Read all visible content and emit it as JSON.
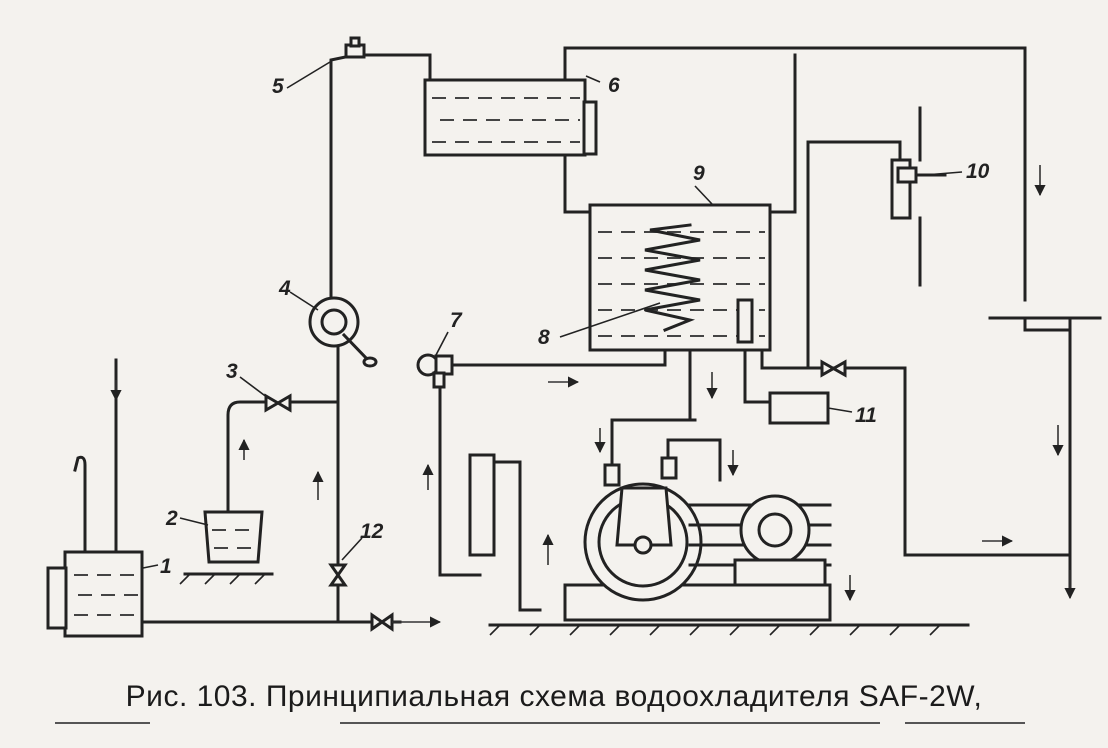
{
  "caption": "Рис. 103. Принципиальная схема водоохладителя SAF-2W,",
  "labels": {
    "n1": "1",
    "n2": "2",
    "n3": "3",
    "n4": "4",
    "n5": "5",
    "n6": "6",
    "n7": "7",
    "n8": "8",
    "n9": "9",
    "n10": "10",
    "n11": "11",
    "n12": "12"
  }
}
